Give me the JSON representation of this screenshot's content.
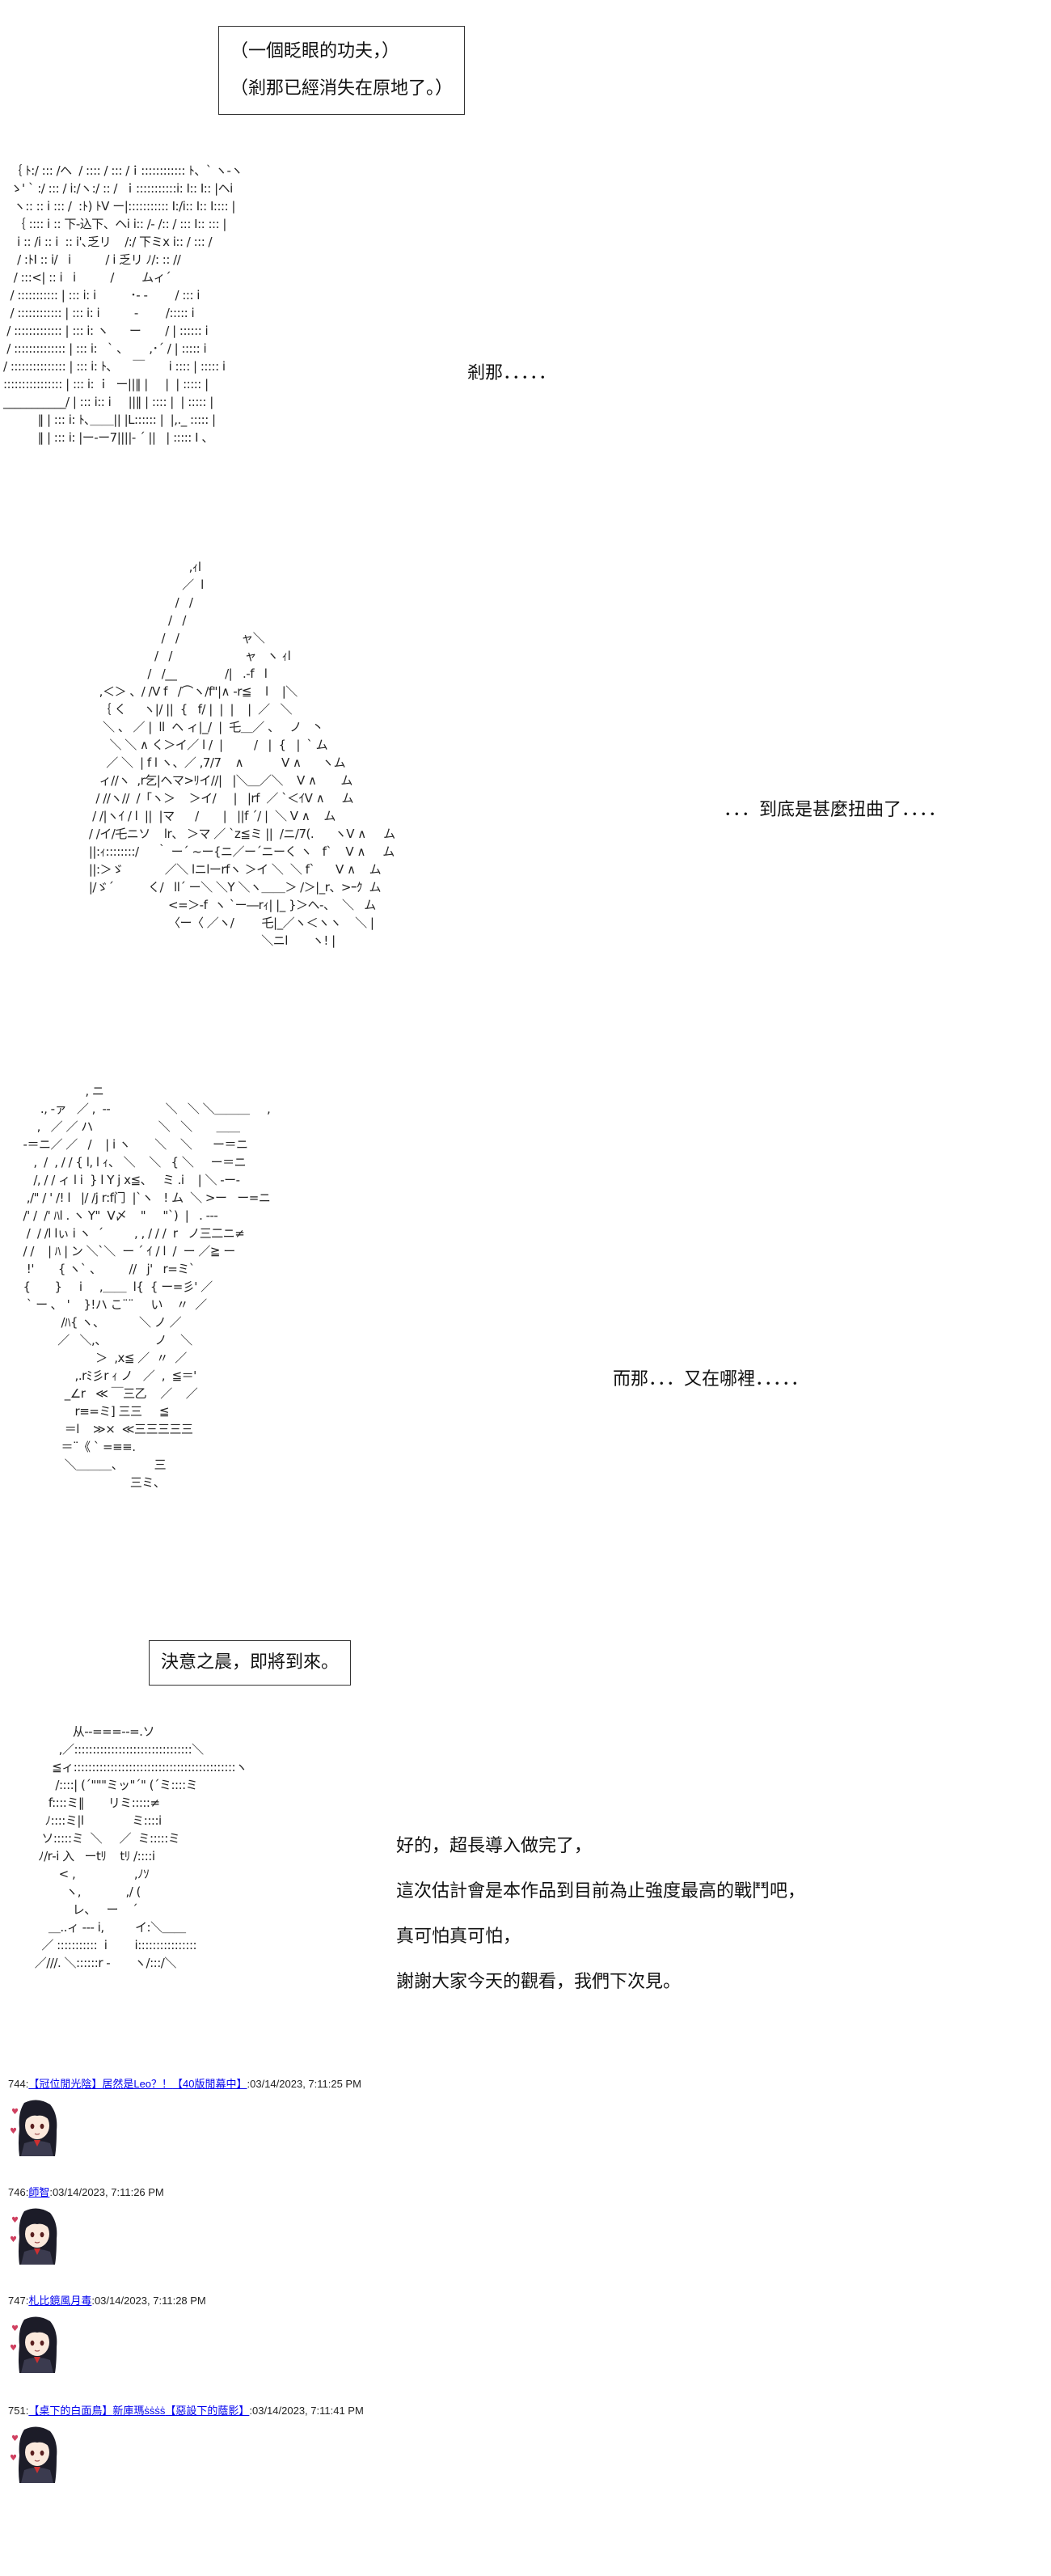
{
  "scene1": {
    "box_lines": [
      "（一個眨眼的功夫，）",
      "（剎那已經消失在原地了。）"
    ],
    "art": "  ｛ ﾄ:/ ::: /ヘ  / :::: / ::: /ｉ:::::::::::: ﾄ、` ヽ-ヽ\n  ゝ' ` :/ ::: / i:/ヽ:/ :: /  ｉ:::::::::::i: I:: I:: |ヘi\n   ヽ:: :: i ::: /  :ﾄ) ﾄV ー|::::::::::: I:/i:: I:: I:::: |\n   ｛ :::: i :: 下-込下、ヘi i:: /- /:: / ::: I:: ::: |\n    i :: /i :: i  :: i'､乏リ    /:/ 下ミx i:: / ::: /\n    / :ﾄI :: i/   i          / i 乏リ ﾉ/: :: //\n   / :::<| :: i   i          /        ムィ´\n  / ::::::::::: | ::: i: i          ･- -        / ::: i\n  / :::::::::::: | ::: i: i          -        /::::: i\n / ::::::::::::: | ::: i: ヽ      ー       / | :::::: i\n / :::::::::::::: | ::: i:   ` 、      ,･´ / | ::::: i\n/ ::::::::::::::: | ::: i: ﾄ､      ￣       i :::: | ::::: i\n:::::::::::::::: | ::: i: ｉ  ー||‖ |     |  | ::::: |\n___________/ | ::: i:: i     ||‖ | :::: |  | ::::: |\n          ‖ | ::: i: ﾄ､＿＿|| |L:::::: |  |,._ ::::: |\n          ‖ | ::: i: |ー‐ー7||||- ´ ||   | ::::: I 、",
    "caption": "剎那．．．．．"
  },
  "scene2": {
    "art": "                                    ,ｨl\n                                  ／  l\n                                /   /\n                              /   /\n                            /   /                  ャ＼\n                          /   /                     ャ   ヽ ｨl\n                        /   /__              /|   .-f   l\n          ,＜＞ 、/ /V f   /⌒ヽ/f\"|∧ -r≦    l    |＼\n          ｛ く     ヽ|/ ||  {   f/ |  |  |    |  ／   ＼\n           ＼ 、 ／ |  ll  ヘ ィ|_/  |  乇＿／ 、   ノ   丶\n             ＼ ＼ ∧ く＞イ／ l /  |         /   |  {   |  ` ム\n            ／ ＼  | f l ヽ、／ ,7/7    ∧           V ∧      ヽム\n          ィ//ヽ  ,r乞|ヘマ>ﾘイ//|   |＼＿／＼    V ∧       ム\n         / //ヽ//  /「ヽ＞    ＞イ/     |   |rf  ／ `＜ｲV ∧     ム\n        / /|ヽｲ / l  ||  |マ      /       |   ||f ´/ |  ＼ V ∧    ム\n       / /イ/乇ニソ    lr、 ＞マ ／ `z≦ミ ||  /ニ/7(.      ヽV ∧     ム\n       ||:ｨ::::::::/     ｀ ー´ ~ー{ニ／ー´ニーく ヽ   f`    V ∧     ム\n       ||:＞ゞ            ／＼ lニlーrfヽ ＞イ ＼  ＼ f`      V ∧    ム\n       |/ゞ´          く/   ll´ ー＼ ＼Y ＼ヽ＿＿＞ /＞|_r、>ｰｸ  ム\n                              <=＞-f  ヽ `ー―rｨ| |_ }＞ヘ-、  ＼   ム\n                              〈ー〈 ／ヽ/        乇|_／ヽ＜ヽヽ    ＼ |\n                                                         ＼ニl       ヽ! |",
    "caption": "．．．到底是甚麼扭曲了．．．．"
  },
  "scene3": {
    "art": "                    , ニ\n       ., -ァ   ／ ,  -‐                ＼   ＼ ＼＿＿＿     ,\n      ,   ／ ／ ハ                   ＼   ＼       ＿＿ \n  -＝ニ／ ／   /    | i ヽ       ＼    ＼      ー＝ニ\n     ,  /  , / / { l, l ｨ、 ＼    ＼   { ＼     ー＝ニ\n     /, / / ィ l i  } l Y j x≦、   ミ .i    | ＼ -ー- \n   ,/\" / ' /! l   |/ /j r:f门  |`ヽ   ! ム  ＼ >ー   ー=ニ\n  /' /  /' ﾊl . ヽ Y\"  V〆    \"     \"`)  |   . --‐\n   /  / /l lぃ i ヽ  ´         , , / / /  r   ノ三二ニ≠ \n  / /    | ﾊ | ン ＼`＼  ー ´ ｲ / l  /  ー ／≧ ー\n   !'       { ヽ` 、        //   j'   r=ミ`\n  {       }     i     ,＿＿  l{  { ー=彡' ／\n   ` ー ､   '    }!ハ こ¨¨     い    〃  ／\n             /ﾊ{ ヽ、          ＼ ノ ／\n            ／   ＼,、              ノ    ＼\n                       ＞  ,x≦ ／  〃  ／ \n                 ,.rﾐ彡r ｨ ノ   ／  ,  ≦＝'\n              _∠r   ≪ ￣三乙    ／    ／\n                 r≡=ミ] 三三     ≦\n              ＝l    ≫×  ≪三三三三三\n             ＝¨《 ` =≡≡.\n              ＼＿＿＿、         三\n                                 三ミ、",
    "caption": "而那．．．又在哪裡．．．．．"
  },
  "scene4": {
    "box_text": "決意之晨，即將到來。"
  },
  "scene5": {
    "art": "              从‐‐===‐‐=.ソ\n          ,／::::::::::::::::::::::::::::::::＼\n        ≦ィ::::::::::::::::::::::::::::::::::::::::::::ヽ\n         /::::| (´\"\"\"ミッ\"´\" (´ミ::::ミ\n       f::::ミ‖       リミ:::::≠\n      ﾉ::::ミ|l              ミ::::i\n     ソ:::::ミ  ＼     ／  ミ:::::ミ\n    ﾉ/r‐i 入   ーtﾘ    tﾘ /::::i\n          < ,                 ,ﾉｿ\n            ヽ,             ,/ (\n              レ、   ー    ´\n       ＿..ィ ‐‐‐ i,         イ:＼＿＿\n     ／ :::::::::::  i        i::::::::::::::::\n   ／///. ＼::::::r ‐       ヽ/:::/＼",
    "lines": [
      "好的，超長導入做完了，",
      "這次估計會是本作品到目前為止強度最高的戰鬥吧，",
      "真可怕真可怕，",
      "謝謝大家今天的觀看，我們下次見。"
    ]
  },
  "comments": [
    {
      "number": "744",
      "segments": [
        {
          "text": "【冠位閒光陰】",
          "link": true
        },
        {
          "text": "居然是Leo？！",
          "link": true
        },
        {
          "text": "【40版閒幕中】",
          "link": true
        }
      ],
      "timestamp": ":03/14/2023, 7:11:25 PM"
    },
    {
      "number": "746",
      "segments": [
        {
          "text": "師智",
          "link": true
        }
      ],
      "timestamp": ":03/14/2023, 7:11:26 PM"
    },
    {
      "number": "747",
      "segments": [
        {
          "text": "札比鏡風月毒",
          "link": true
        }
      ],
      "timestamp": ":03/14/2023, 7:11:28 PM"
    },
    {
      "number": "751",
      "segments": [
        {
          "text": "【桌下的白面鳥】",
          "link": true
        },
        {
          "text": "新庫瑪ṡṡṡṡ",
          "link": true
        },
        {
          "text": "【惡設下的蔭影】",
          "link": true
        }
      ],
      "timestamp": ":03/14/2023, 7:11:41 PM"
    }
  ]
}
